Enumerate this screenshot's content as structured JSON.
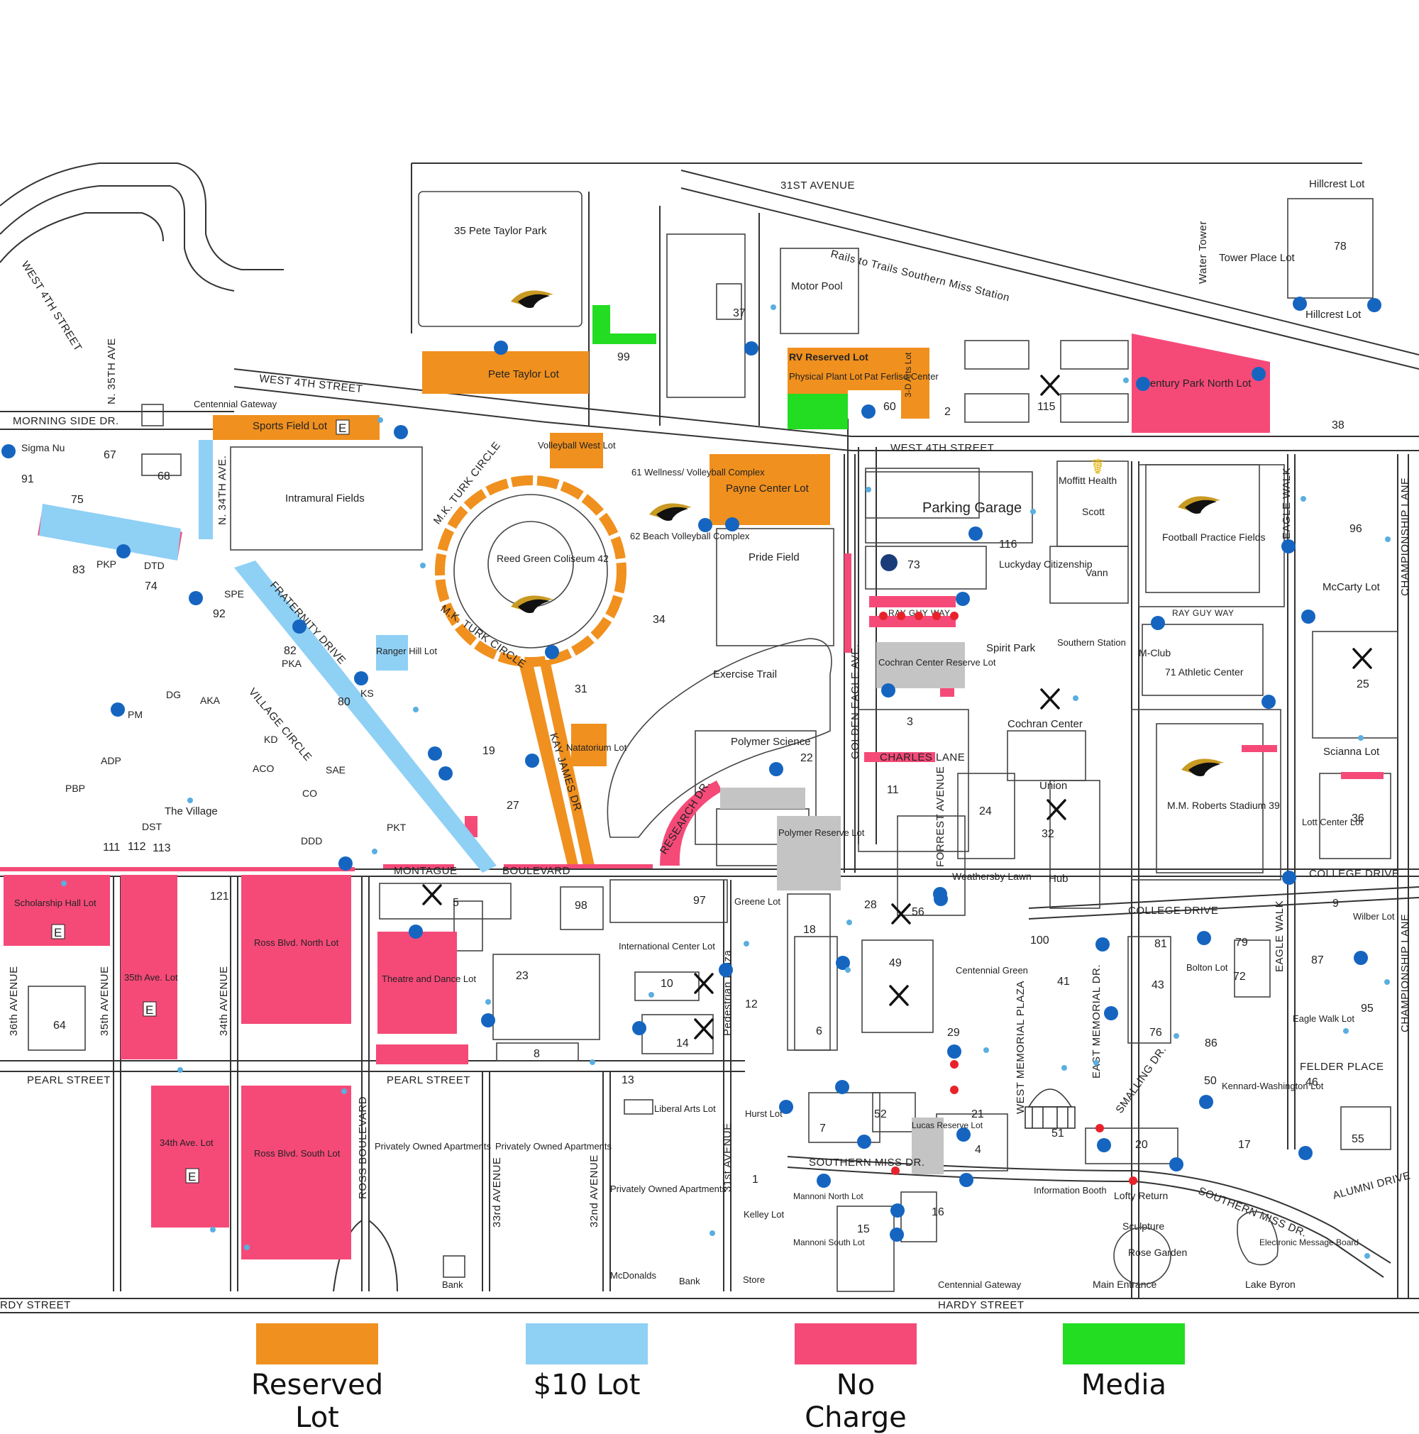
{
  "colors": {
    "reserved": "#f0901e",
    "ten_dollar": "#8fd0f5",
    "no_charge": "#f54a78",
    "media": "#22dd22",
    "gray_lot": "#c4c4c4",
    "ada": "#1565c0",
    "gold": "#c99a22"
  },
  "streets": {
    "avenue31": "31ST AVENUE",
    "rails": "Rails to Trails Southern Miss Station",
    "west4th_left": "WEST 4TH STREET",
    "west4th_right": "WEST 4TH STREET",
    "west4th_diag": "WEST 4TH STREET",
    "n35th": "N. 35TH AVE",
    "morningside": "MORNING SIDE DR.",
    "n34th": "N. 34TH AVE.",
    "mk_turk_top": "M.K. TURK CIRCLE",
    "mk_turk_bottom": "M.K. TURK CIRCLE",
    "fraternity": "FRATERNITY DRIVE",
    "village_circle": "VILLAGE CIRCLE",
    "kay_james": "KAY JAMES DR",
    "research": "RESEARCH DR.",
    "golden_eagle": "GOLDEN EAGLE AVE.",
    "ray_guy_1": "RAY GUY WAY",
    "ray_guy_2": "RAY GUY WAY",
    "charles": "CHARLES LANE",
    "forrest": "FORREST AVENUE",
    "montague": "MONTAGUE",
    "boulevard": "BOULEVARD",
    "water_tower": "Water Tower",
    "eagle_walk_top": "EAGLE WALK",
    "eagle_walk_bottom": "EAGLE WALK",
    "championship_top": "CHAMPIONSHIP LANE",
    "championship_bottom": "CHAMPIONSHIP LANE",
    "college_drive_right": "COLLEGE DRIVE",
    "college_drive_mid": "COLLEGE DRIVE",
    "felder": "FELDER PLACE",
    "smalling": "SMALLING DR.",
    "east_memorial": "EAST MEMORIAL DR.",
    "west_memorial": "WEST MEMORIAL PLAZA",
    "southern_miss_dr": "SOUTHERN MISS DR.",
    "southern_miss_dr2": "SOUTHERN MISS DR.",
    "alumni": "ALUMNI DRIVE",
    "pedestrian": "Pedestrian Plaza",
    "pearl_left": "PEARL STREET",
    "pearl_mid": "PEARL STREET",
    "ross_blvd": "ROSS BOULEVARD",
    "ave36": "36th AVENUE",
    "ave35": "35th AVENUE",
    "ave34": "34th AVENUE",
    "ave33": "33rd AVENUE",
    "ave32": "32nd AVENUE",
    "ave31": "31st AVENUE",
    "hardy_left": "RDY STREET",
    "hardy_right": "HARDY STREET"
  },
  "lots": {
    "pete_taylor": "Pete Taylor Lot",
    "sports_field": "Sports Field Lot",
    "volleyball_west": "Volleyball West Lot",
    "payne_center": "Payne Center Lot",
    "rv_reserved": "RV Reserved Lot",
    "physical_plant": "Physical Plant Lot",
    "arts_3d": "3-D Arts Lot",
    "natatorium": "Natatorium Lot",
    "ranger_hill": "Ranger Hill Lot",
    "century_park": "Century Park North Lot",
    "hillcrest_top": "Hillcrest Lot",
    "hillcrest_bottom": "Hillcrest Lot",
    "tower_place": "Tower Place Lot",
    "cochran_reserve": "Cochran Center Reserve Lot",
    "polymer_reserve": "Polymer Reserve Lot",
    "mccarty": "McCarty Lot",
    "scianna": "Scianna Lot",
    "lott_center": "Lott Center Lot",
    "scholarship_hall": "Scholarship Hall Lot",
    "ave35_lot": "35th Ave. Lot",
    "ross_north": "Ross Blvd. North Lot",
    "theatre_dance": "Theatre and Dance Lot",
    "ave34_lot": "34th Ave. Lot",
    "ross_south": "Ross Blvd. South Lot",
    "greene": "Greene Lot",
    "international": "International Center Lot",
    "liberal_arts": "Liberal Arts Lot",
    "hurst": "Hurst Lot",
    "kelley": "Kelley Lot",
    "mannoni_north": "Mannoni North Lot",
    "mannoni_south": "Mannoni South Lot",
    "lucas_reserve": "Lucas Reserve Lot",
    "bolton": "Bolton Lot",
    "wilber": "Wilber Lot",
    "eagle_walk_lot": "Eagle Walk Lot",
    "kennard": "Kennard-Washington Lot",
    "e_badge": "E"
  },
  "buildings": {
    "pete_taylor_park": "35 Pete Taylor Park",
    "intramural": "Intramural Fields",
    "reed_green": "Reed Green Coliseum 42",
    "wellness": "61 Wellness/ Volleyball Complex",
    "beach": "62 Beach Volleyball Complex",
    "pride_field": "Pride Field",
    "motor_pool": "Motor Pool",
    "pat_ferlise": "Pat Ferlise Center",
    "parking_garage": "Parking Garage",
    "luckyday": "Luckyday Citizenship",
    "moffitt": "Moffitt Health",
    "scott": "Scott",
    "vann": "Vann",
    "football_practice": "Football Practice Fields",
    "spirit_park": "Spirit Park",
    "southern_station": "Southern Station",
    "m_club": "M-Club",
    "athletic_center": "71 Athletic Center",
    "exercise_trail": "Exercise Trail",
    "polymer_science": "Polymer Science",
    "cochran_center": "Cochran Center",
    "union": "Union",
    "hub": "Hub",
    "weathersby": "Weathersby Lawn",
    "mm_roberts": "M.M. Roberts Stadium 39",
    "the_village": "The Village",
    "sigma_nu": "Sigma Nu",
    "centennial_gateway_top": "Centennial Gateway",
    "centennial_green": "Centennial Green",
    "privately_1": "Privately Owned Apartments",
    "privately_2": "Privately Owned Apartments",
    "privately_3": "Privately Owned Apartments",
    "bank_1": "Bank",
    "bank_2": "Bank",
    "mcdonalds": "McDonalds",
    "store": "Store",
    "information_booth": "Information Booth",
    "lofty": "Lofty Return",
    "sculpture": "Sculpture",
    "rose_garden": "Rose Garden",
    "main_entrance": "Main Entrance",
    "lake_byron": "Lake Byron",
    "centennial_gateway_bottom": "Centennial Gateway",
    "electronic": "Electronic Message Board"
  },
  "greek": [
    "PKP",
    "DTD",
    "SPE",
    "PKA",
    "KS",
    "SAE",
    "PKT",
    "DG",
    "AKA",
    "PM",
    "ADP",
    "KD",
    "ACO",
    "CO",
    "PBP",
    "DST",
    "DDD"
  ],
  "legend": {
    "reserved": "Reserved Lot",
    "ten_dollar": "$10 Lot",
    "no_charge": "No Charge",
    "media": "Media"
  }
}
